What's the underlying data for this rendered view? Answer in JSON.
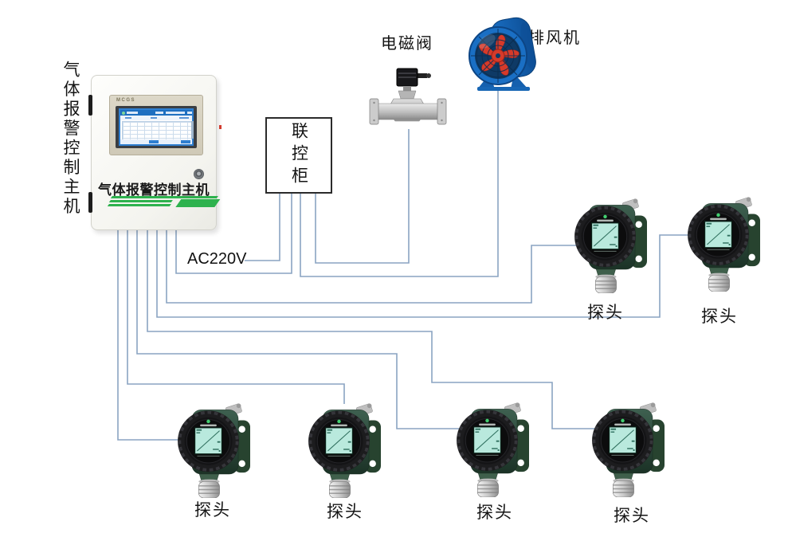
{
  "side_label": "气体报警控制主机",
  "controller": {
    "hmi_brand": "MCGS",
    "front_label": "气体报警控制主机"
  },
  "cabinet_label": "联控柜",
  "power_label": "AC220V",
  "valve_label": "电磁阀",
  "fan_label": "排风机",
  "detectors": [
    {
      "label": "探头"
    },
    {
      "label": "探头"
    },
    {
      "label": "探头"
    },
    {
      "label": "探头"
    },
    {
      "label": "探头"
    },
    {
      "label": "探头"
    }
  ],
  "colors": {
    "wire": "#8aa4c2",
    "brand_green": "#2eb24e",
    "hmi_screen_blue": "#1e6fc0",
    "fan_blue": "#1a6fc4",
    "fan_red": "#d63a2a",
    "detector_body_green": "#2f4f3c",
    "detector_screen_teal": "#b9e9dd"
  }
}
